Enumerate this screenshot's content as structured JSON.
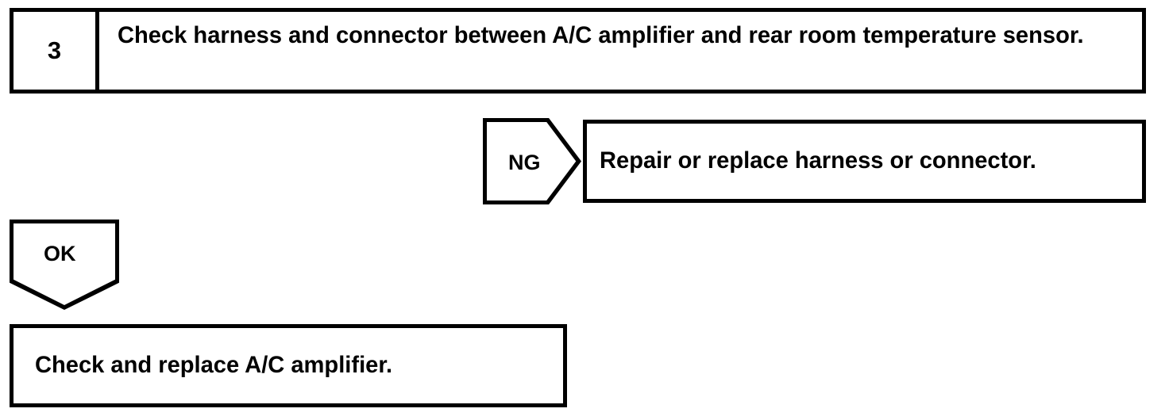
{
  "flowchart": {
    "title": "Diagnostic Step 3 Flowchart",
    "colors": {
      "line": "#000000",
      "background": "#ffffff",
      "text": "#000000"
    },
    "step": {
      "number": "3",
      "instruction": "Check harness and connector between A/C amplifier and rear room temperature sensor."
    },
    "branches": [
      {
        "label": "NG",
        "direction": "right",
        "result": "Repair or replace harness or connector."
      },
      {
        "label": "OK",
        "direction": "down",
        "result": "Check and replace A/C amplifier."
      }
    ]
  }
}
